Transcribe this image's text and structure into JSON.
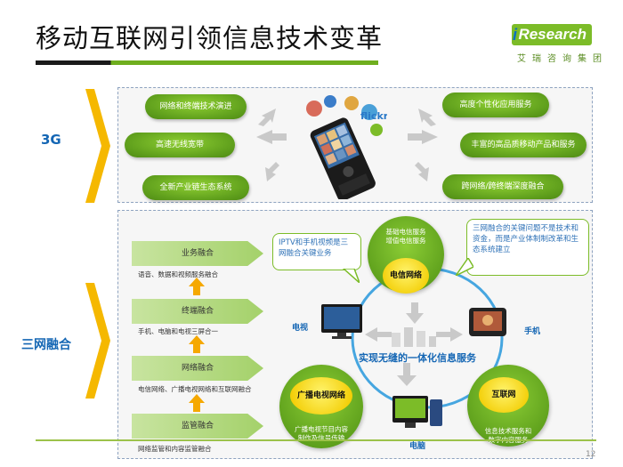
{
  "header": {
    "title": "移动互联网引领信息技术变革",
    "logo_prefix": "i",
    "logo_text": "Research",
    "logo_sub": "艾瑞咨询集团"
  },
  "section_3g": {
    "label": "3G",
    "left_pills": [
      "网络和终端技术演进",
      "高速无线宽带",
      "全新产业链生态系统"
    ],
    "right_pills": [
      "高度个性化应用服务",
      "丰富的高品质移动产品和服务",
      "跨网络/跨终端深度融合"
    ]
  },
  "section_convergence": {
    "label": "三网融合",
    "steps": [
      {
        "label": "业务融合",
        "sub": "语音、数据和视频服务融合"
      },
      {
        "label": "终端融合",
        "sub": "手机、电脑和电视三屏合一"
      },
      {
        "label": "网络融合",
        "sub": "电信网络、广播电视网络和互联网融合"
      },
      {
        "label": "监管融合",
        "sub": "网络监管和内容监管融合"
      }
    ],
    "telecom": {
      "top_text_1": "基础电信服务",
      "top_text_2": "增值电信服务",
      "core": "电信网络"
    },
    "broadcast": {
      "core": "广播电视网络",
      "bottom_text_1": "广播电视节目内容",
      "bottom_text_2": "制作及信号传输"
    },
    "internet": {
      "core": "互联网",
      "bottom_text_1": "信息技术服务和",
      "bottom_text_2": "数字内容服务"
    },
    "callout_left": "IPTV和手机视频是三网融合关键业务",
    "callout_right": "三网融合的关键问题不是技术和资金，而是产业体制制改革和生态系统建立",
    "device_tv": "电视",
    "device_phone": "手机",
    "device_pc": "电脑",
    "center_text": "实现无缝的一体化信息服务"
  },
  "footer": {
    "page": "12"
  },
  "colors": {
    "accent_green": "#7cbc28",
    "accent_blue": "#1466b4",
    "chevron": "#f5b800"
  }
}
